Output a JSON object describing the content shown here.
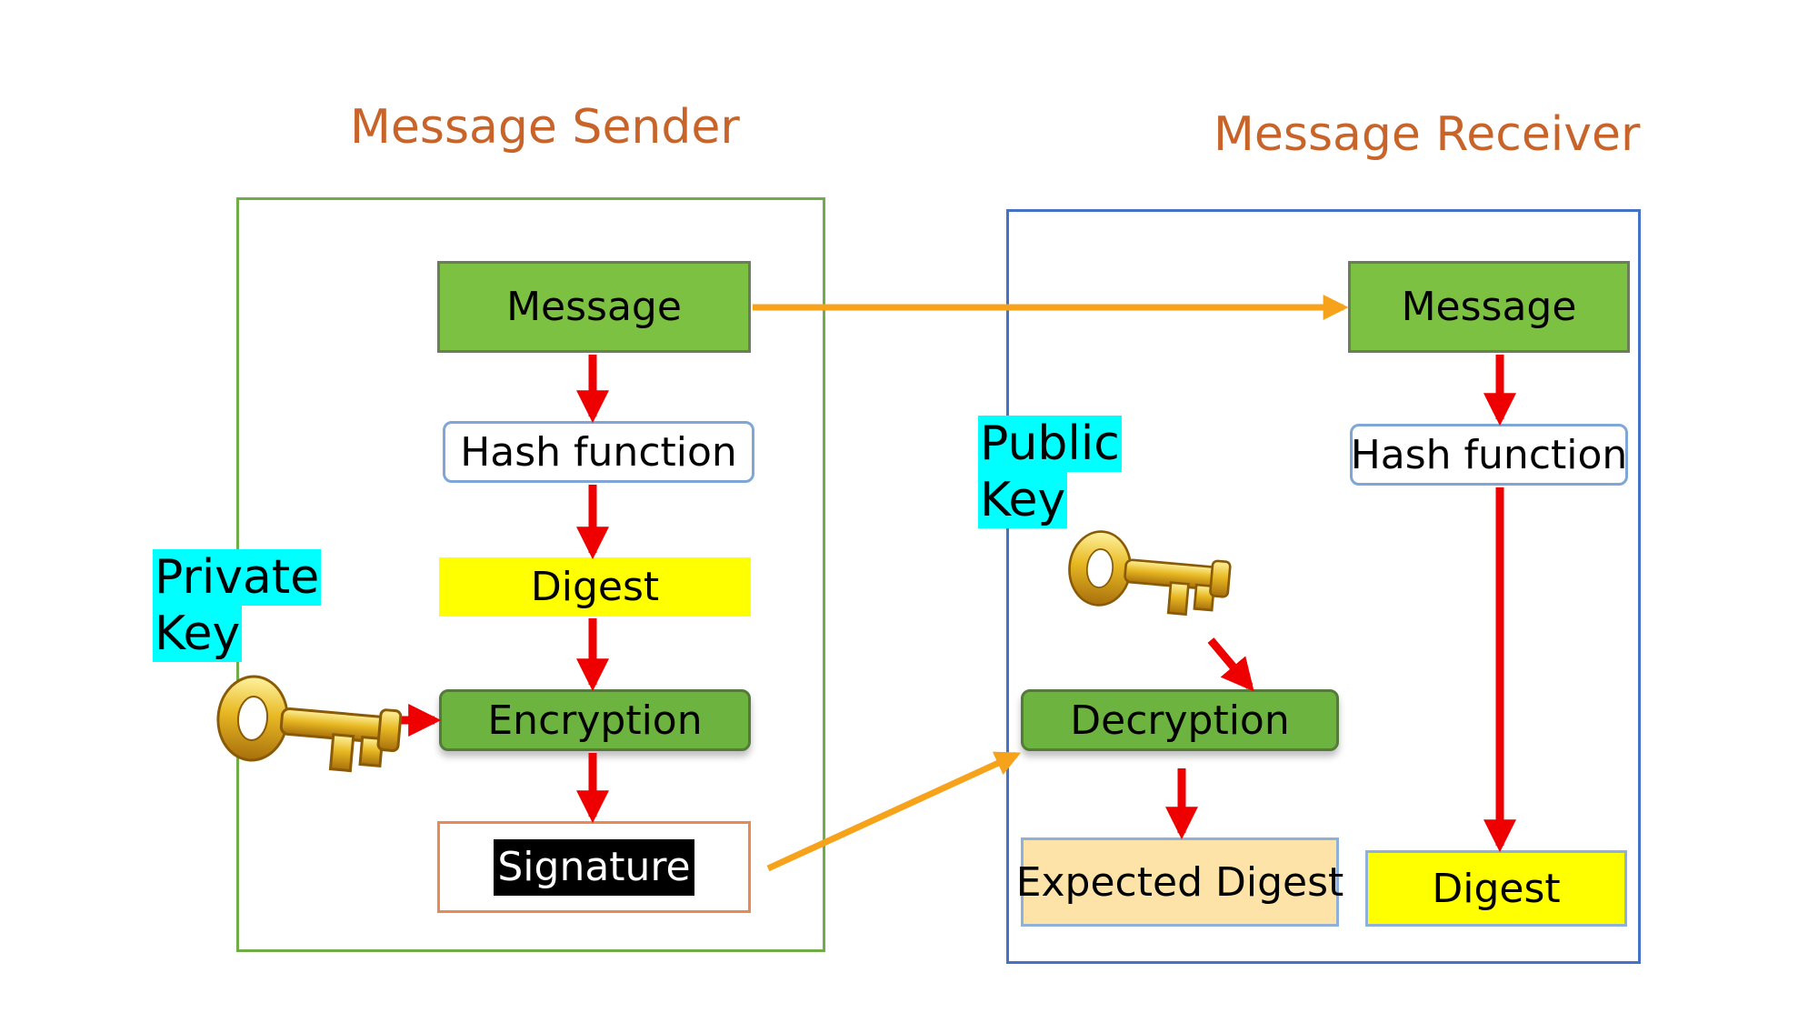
{
  "sender": {
    "title": "Message Sender",
    "message": "Message",
    "hash": "Hash function",
    "digest": "Digest",
    "encryption": "Encryption",
    "signature": "Signature",
    "key_label_line1": "Private",
    "key_label_line2": "Key"
  },
  "receiver": {
    "title": "Message Receiver",
    "message": "Message",
    "hash": "Hash function",
    "decryption": "Decryption",
    "expected_digest": "Expected Digest",
    "digest": "Digest",
    "key_label_line1": "Public",
    "key_label_line2": "Key"
  },
  "colors": {
    "title": "#c8642a",
    "sender_border": "#70ad47",
    "receiver_border": "#4472c4",
    "message_fill": "#7cc142",
    "digest_fill": "#ffff00",
    "expected_digest_fill": "#fde3a7",
    "crypto_fill": "#6db33f",
    "key_label_fill": "#00ffff",
    "flow_arrow": "#ee0000",
    "transfer_arrow": "#f7a21b",
    "key_gold": "#e8b923"
  },
  "icons": [
    "gold-key-icon"
  ]
}
